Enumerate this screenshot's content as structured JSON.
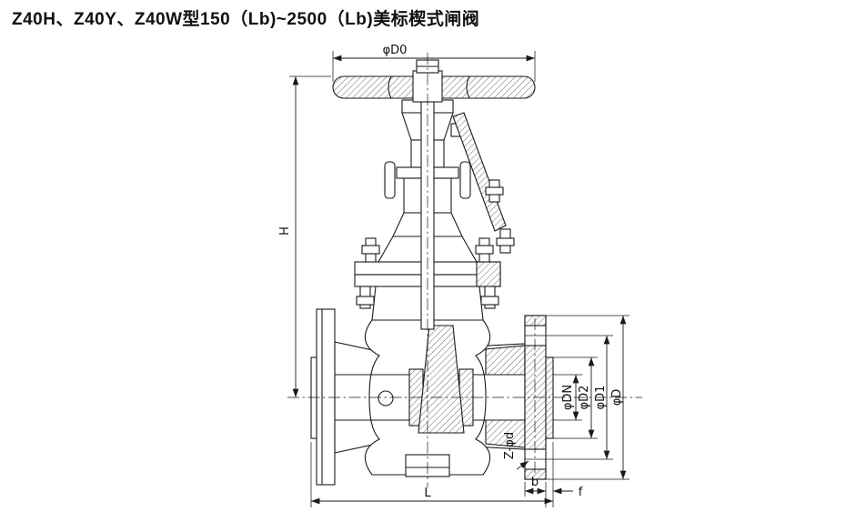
{
  "page": {
    "title": "Z40H、Z40Y、Z40W型150（Lb)~2500（Lb)美标楔式闸阀",
    "background": "#ffffff",
    "line_color": "#1a1a1a"
  },
  "drawing": {
    "labels": {
      "d0": "φD0",
      "h": "H",
      "dn": "φDN",
      "d2": "φD2",
      "d1": "φD1",
      "d": "φD",
      "l": "L",
      "b": "b",
      "f": "f",
      "zd": "Z-φd"
    }
  }
}
